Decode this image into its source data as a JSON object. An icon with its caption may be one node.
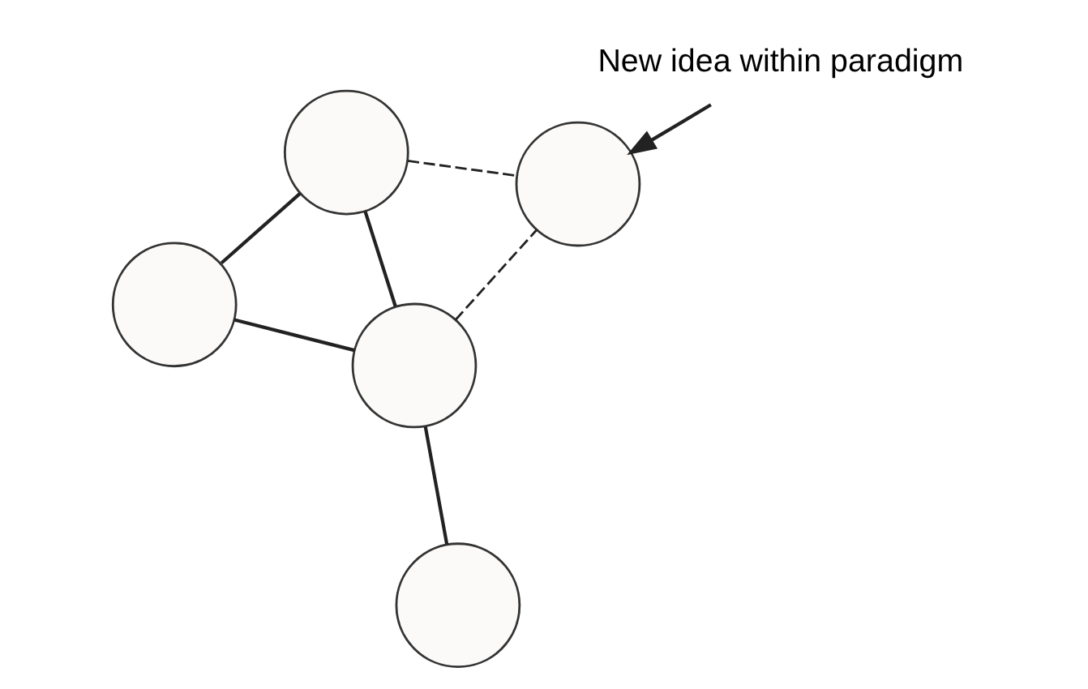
{
  "diagram": {
    "nodes": [
      {
        "text": [],
        "shape": "circle"
      },
      {
        "text": [],
        "shape": "circle"
      },
      {
        "text": [],
        "shape": "circle"
      },
      {
        "text": [],
        "shape": "circle"
      },
      {
        "text": [
          "New idea within paradigm"
        ]
      },
      {
        "text": [],
        "shape": "circle"
      }
    ],
    "edges": [
      {
        "from": 0,
        "to": 1,
        "arrow": "none"
      },
      {
        "from": 0,
        "to": 3,
        "arrow": "none"
      },
      {
        "from": 1,
        "to": 2,
        "arrow": "none"
      },
      {
        "from": 1,
        "to": 3,
        "arrow": "none"
      },
      {
        "from": 1,
        "to": 5,
        "arrow": "none",
        "style": "dashed"
      },
      {
        "from": 3,
        "to": 5,
        "arrow": "none",
        "style": "dashed"
      },
      {
        "from": 4,
        "to": 5,
        "arrow": "to"
      }
    ]
  }
}
